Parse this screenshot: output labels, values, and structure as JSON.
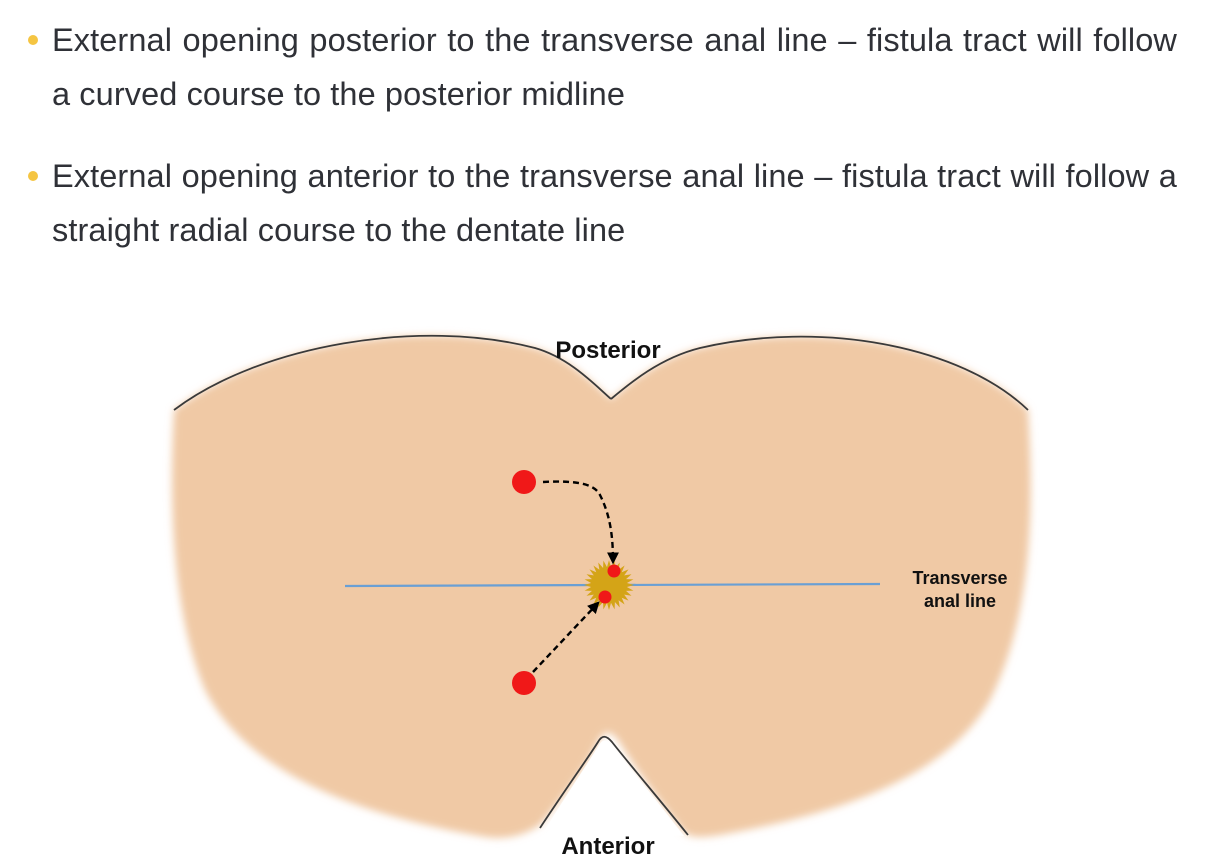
{
  "colors": {
    "bullet": "#f5c542",
    "text": "#2f3137",
    "skin": "#f0c9a5",
    "outline": "#3a3a3a",
    "axis_line": "#6a9fd4",
    "opening": "#f01818",
    "anal_opening": "#d4a417"
  },
  "bullets": [
    {
      "text": "External opening posterior to the transverse anal line – fistula tract will follow a curved course to the posterior midline"
    },
    {
      "text": "External opening anterior to the transverse anal line – fistula tract will follow a straight radial course to the dentate line"
    }
  ],
  "diagram": {
    "label_posterior": "Posterior",
    "label_anterior": "Anterior",
    "label_line_1": "Transverse",
    "label_line_2": "anal line"
  }
}
